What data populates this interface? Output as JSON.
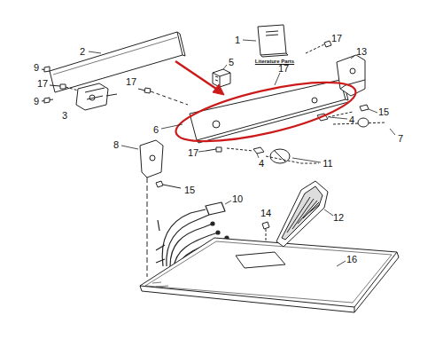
{
  "diagram": {
    "labels": [
      "1",
      "Literature Parts",
      "17",
      "2",
      "13",
      "5",
      "17",
      "9",
      "17",
      "9",
      "3",
      "17",
      "6",
      "4",
      "15",
      "7",
      "4",
      "17",
      "11",
      "8",
      "15",
      "10",
      "14",
      "12",
      "16"
    ]
  }
}
